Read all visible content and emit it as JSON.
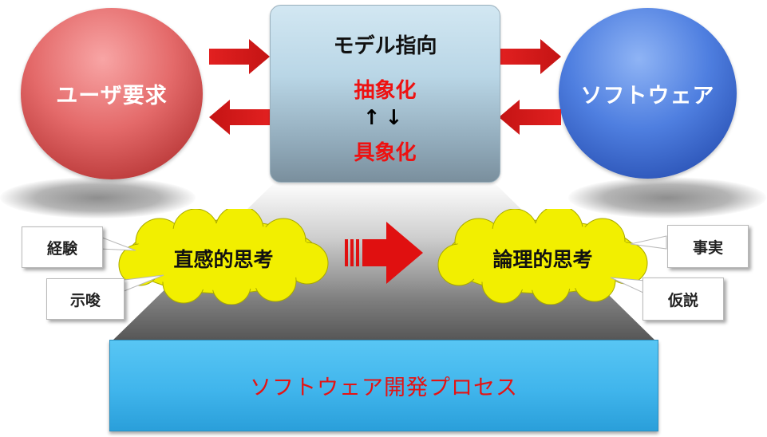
{
  "left_circle": {
    "label": "ユーザ要求",
    "color": "#e46a6a"
  },
  "right_circle": {
    "label": "ソフトウェア",
    "color": "#4f7fe0"
  },
  "center_box": {
    "title": "モデル指向",
    "top_word": "抽象化",
    "arrows": "↑↓",
    "bottom_word": "具象化"
  },
  "left_cloud": {
    "label": "直感的思考"
  },
  "right_cloud": {
    "label": "論理的思考"
  },
  "callouts": {
    "left_top": "経験",
    "left_bottom": "示唆",
    "right_top": "事実",
    "right_bottom": "仮説"
  },
  "process_bar": {
    "label": "ソフトウェア開発プロセス",
    "color": "#40b5ec"
  },
  "colors": {
    "arrow_red": "#ee1111",
    "cloud_yellow": "#f2ef00",
    "text_red": "#e51313"
  }
}
